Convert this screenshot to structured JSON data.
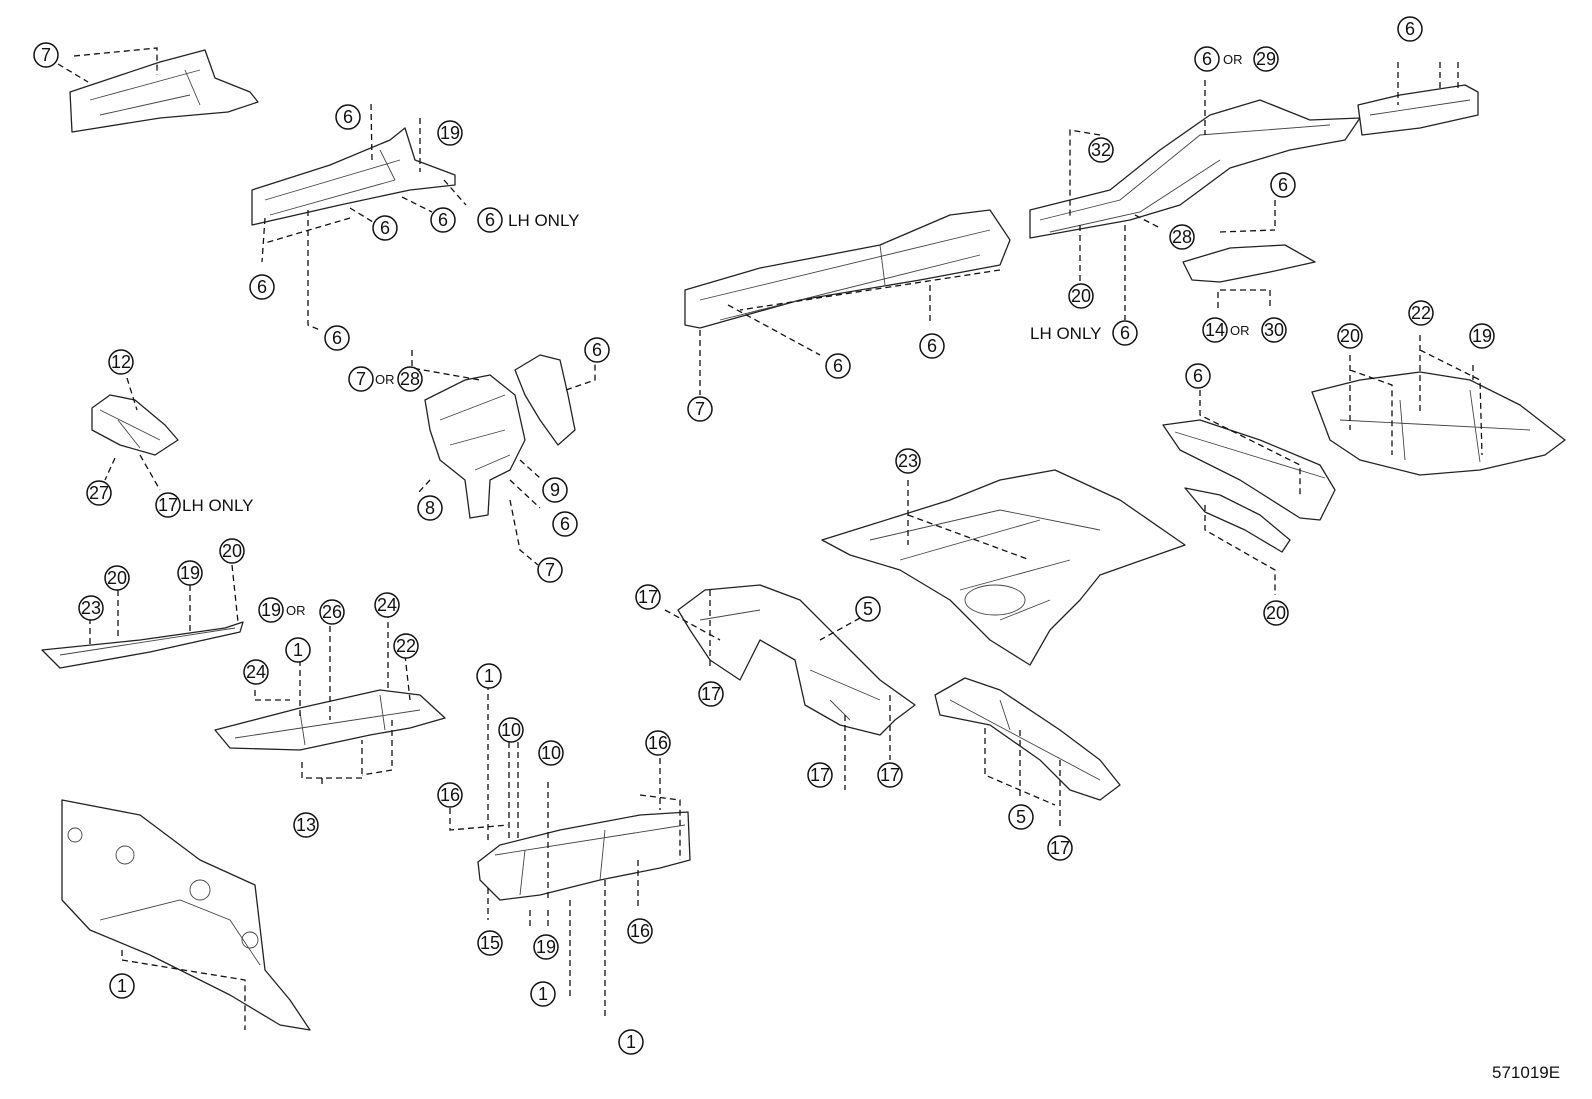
{
  "figure_code": "571019E",
  "conjunction": "OR",
  "note_lh_only": "LH ONLY",
  "callouts": [
    {
      "id": "c1",
      "n": "7"
    },
    {
      "id": "c2",
      "n": "6"
    },
    {
      "id": "c3",
      "n": "19"
    },
    {
      "id": "c4",
      "n": "6"
    },
    {
      "id": "c5",
      "n": "6"
    },
    {
      "id": "c6",
      "n": "6"
    },
    {
      "id": "c7",
      "n": "6"
    },
    {
      "id": "c8",
      "n": "6"
    },
    {
      "id": "c9",
      "n": "12"
    },
    {
      "id": "c10",
      "n": "27"
    },
    {
      "id": "c11",
      "n": "17"
    },
    {
      "id": "c12",
      "n": "7"
    },
    {
      "id": "c13",
      "n": "28"
    },
    {
      "id": "c14",
      "n": "6"
    },
    {
      "id": "c15",
      "n": "8"
    },
    {
      "id": "c16",
      "n": "9"
    },
    {
      "id": "c17",
      "n": "6"
    },
    {
      "id": "c18",
      "n": "7"
    },
    {
      "id": "c19",
      "n": "23"
    },
    {
      "id": "c20",
      "n": "20"
    },
    {
      "id": "c21",
      "n": "19"
    },
    {
      "id": "c22",
      "n": "20"
    },
    {
      "id": "c23",
      "n": "19"
    },
    {
      "id": "c24",
      "n": "26"
    },
    {
      "id": "c25",
      "n": "24"
    },
    {
      "id": "c26",
      "n": "1"
    },
    {
      "id": "c27",
      "n": "22"
    },
    {
      "id": "c28",
      "n": "24"
    },
    {
      "id": "c29",
      "n": "13"
    },
    {
      "id": "c30",
      "n": "1"
    },
    {
      "id": "c31",
      "n": "1"
    },
    {
      "id": "c32",
      "n": "10"
    },
    {
      "id": "c33",
      "n": "10"
    },
    {
      "id": "c34",
      "n": "16"
    },
    {
      "id": "c35",
      "n": "16"
    },
    {
      "id": "c36",
      "n": "15"
    },
    {
      "id": "c37",
      "n": "19"
    },
    {
      "id": "c38",
      "n": "16"
    },
    {
      "id": "c39",
      "n": "1"
    },
    {
      "id": "c40",
      "n": "1"
    },
    {
      "id": "c41",
      "n": "7"
    },
    {
      "id": "c42",
      "n": "6"
    },
    {
      "id": "c43",
      "n": "6"
    },
    {
      "id": "c44",
      "n": "6"
    },
    {
      "id": "c45",
      "n": "29"
    },
    {
      "id": "c46",
      "n": "32"
    },
    {
      "id": "c47",
      "n": "28"
    },
    {
      "id": "c48",
      "n": "20"
    },
    {
      "id": "c49",
      "n": "6"
    },
    {
      "id": "c50",
      "n": "6"
    },
    {
      "id": "c51",
      "n": "14"
    },
    {
      "id": "c52",
      "n": "30"
    },
    {
      "id": "c53",
      "n": "6"
    },
    {
      "id": "c54",
      "n": "20"
    },
    {
      "id": "c55",
      "n": "22"
    },
    {
      "id": "c56",
      "n": "19"
    },
    {
      "id": "c57",
      "n": "6"
    },
    {
      "id": "c58",
      "n": "20"
    },
    {
      "id": "c59",
      "n": "23"
    },
    {
      "id": "c60",
      "n": "17"
    },
    {
      "id": "c61",
      "n": "5"
    },
    {
      "id": "c62",
      "n": "17"
    },
    {
      "id": "c63",
      "n": "17"
    },
    {
      "id": "c64",
      "n": "17"
    },
    {
      "id": "c65",
      "n": "5"
    },
    {
      "id": "c66",
      "n": "17"
    },
    {
      "id": "c67",
      "n": "6"
    }
  ]
}
